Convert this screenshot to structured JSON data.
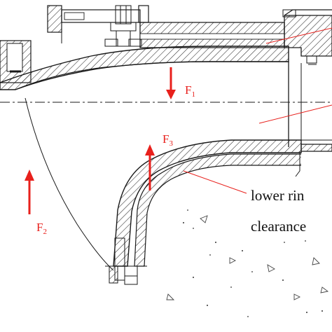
{
  "colors": {
    "line": "#1a1a1a",
    "force": "#e8201c",
    "hatch": "#2a2a2a",
    "background": "#ffffff"
  },
  "forces": {
    "f1": {
      "letter": "F",
      "index": "1",
      "direction": "down"
    },
    "f2": {
      "letter": "F",
      "index": "2",
      "direction": "up"
    },
    "f3": {
      "letter": "F",
      "index": "3",
      "direction": "up"
    }
  },
  "callouts": {
    "lower_ring": "lower rin",
    "clearance": "clearance"
  }
}
